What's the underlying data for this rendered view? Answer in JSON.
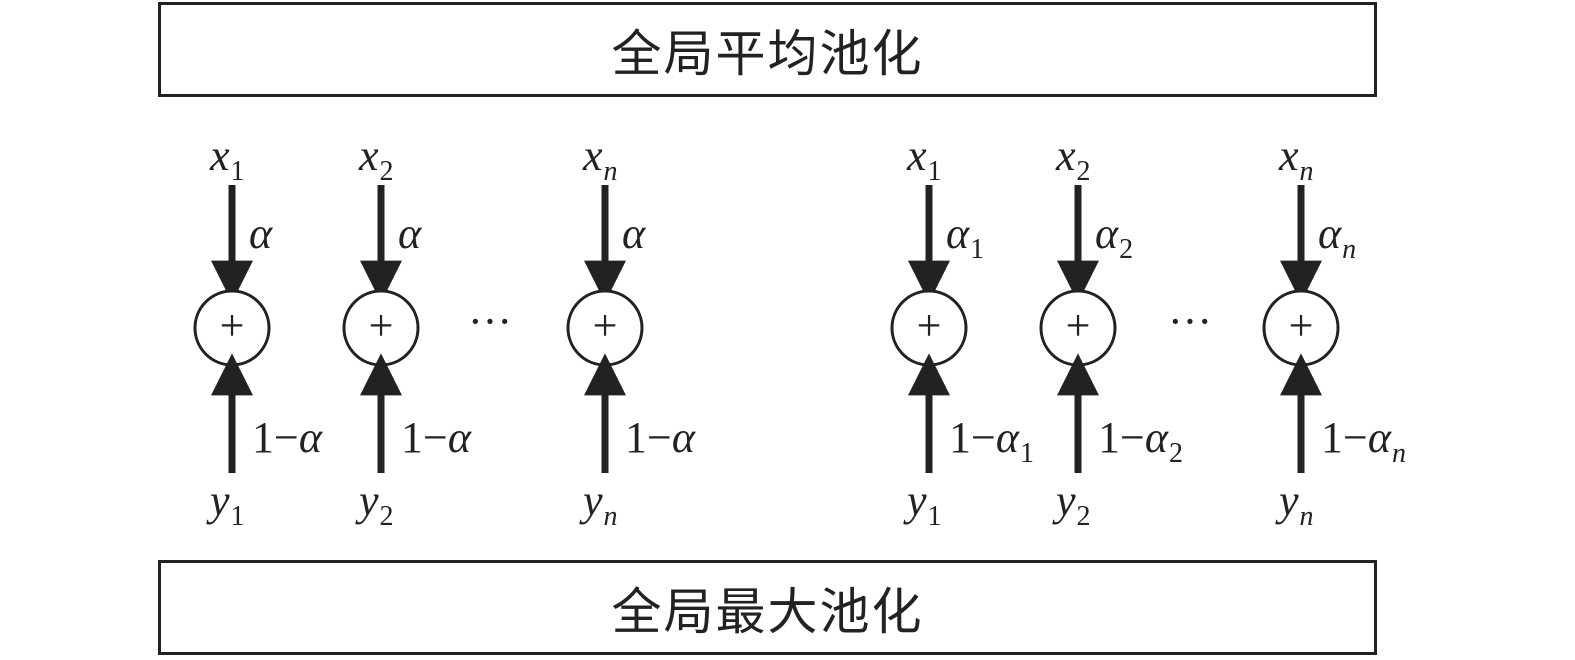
{
  "top_box": {
    "label": "全局平均池化"
  },
  "bottom_box": {
    "label": "全局最大池化"
  },
  "left_group": {
    "nodes": [
      {
        "x": "x",
        "x_sub": "1",
        "y": "y",
        "y_sub": "1",
        "w_top": "α",
        "w_top_sub": "",
        "w_bot_prefix": "1−",
        "w_bot": "α",
        "w_bot_sub": ""
      },
      {
        "x": "x",
        "x_sub": "2",
        "y": "y",
        "y_sub": "2",
        "w_top": "α",
        "w_top_sub": "",
        "w_bot_prefix": "1−",
        "w_bot": "α",
        "w_bot_sub": ""
      },
      {
        "x": "x",
        "x_sub": "n",
        "y": "y",
        "y_sub": "n",
        "w_top": "α",
        "w_top_sub": "",
        "w_bot_prefix": "1−",
        "w_bot": "α",
        "w_bot_sub": ""
      }
    ],
    "ellipsis": "···"
  },
  "right_group": {
    "nodes": [
      {
        "x": "x",
        "x_sub": "1",
        "y": "y",
        "y_sub": "1",
        "w_top": "α",
        "w_top_sub": "1",
        "w_bot_prefix": "1−",
        "w_bot": "α",
        "w_bot_sub": "1"
      },
      {
        "x": "x",
        "x_sub": "2",
        "y": "y",
        "y_sub": "2",
        "w_top": "α",
        "w_top_sub": "2",
        "w_bot_prefix": "1−",
        "w_bot": "α",
        "w_bot_sub": "2"
      },
      {
        "x": "x",
        "x_sub": "n",
        "y": "y",
        "y_sub": "n",
        "w_top": "α",
        "w_top_sub": "n",
        "w_bot_prefix": "1−",
        "w_bot": "α",
        "w_bot_sub": "n"
      }
    ],
    "ellipsis": "···"
  },
  "plus_symbol": "+"
}
